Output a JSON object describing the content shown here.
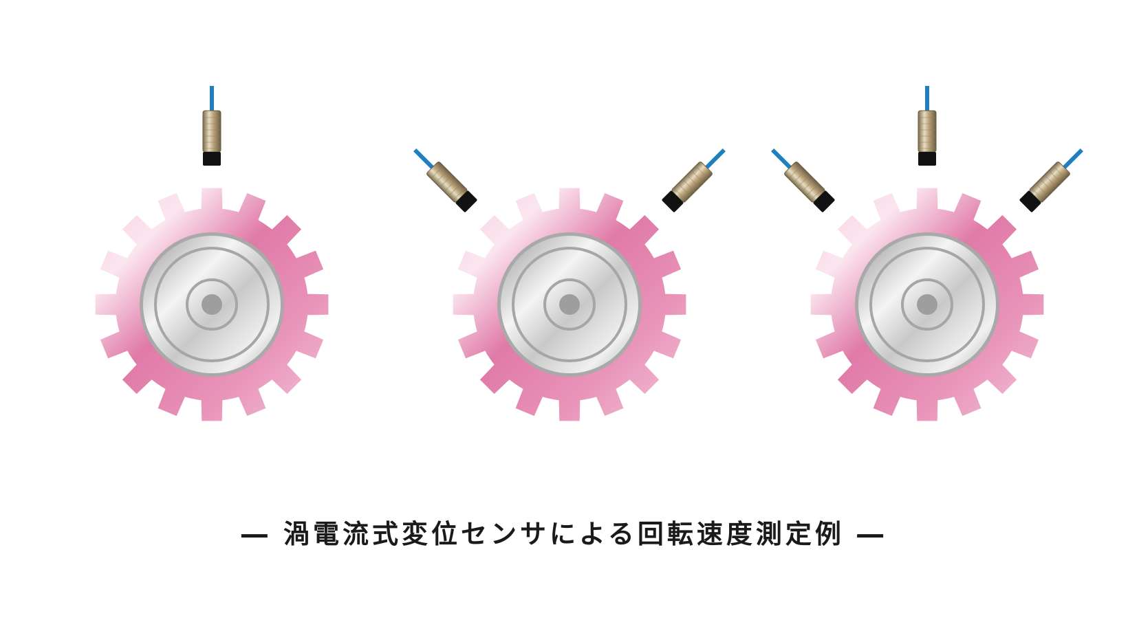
{
  "caption": "― 渦電流式変位センサによる回転速度測定例 ―",
  "colors": {
    "gear_pink": "#e07aa8",
    "gear_pink_light": "#f3c3d8",
    "hub_silver": "#cfcfcf",
    "cable_blue": "#1f7fc0",
    "sensor_body": "#b8a27a",
    "sensor_tip": "#111111"
  },
  "diagrams": [
    {
      "id": "one-sensor",
      "sensor_angles_deg": [
        0
      ]
    },
    {
      "id": "two-sensors",
      "sensor_angles_deg": [
        -45,
        45
      ]
    },
    {
      "id": "three-sensors",
      "sensor_angles_deg": [
        -45,
        0,
        45
      ]
    }
  ]
}
